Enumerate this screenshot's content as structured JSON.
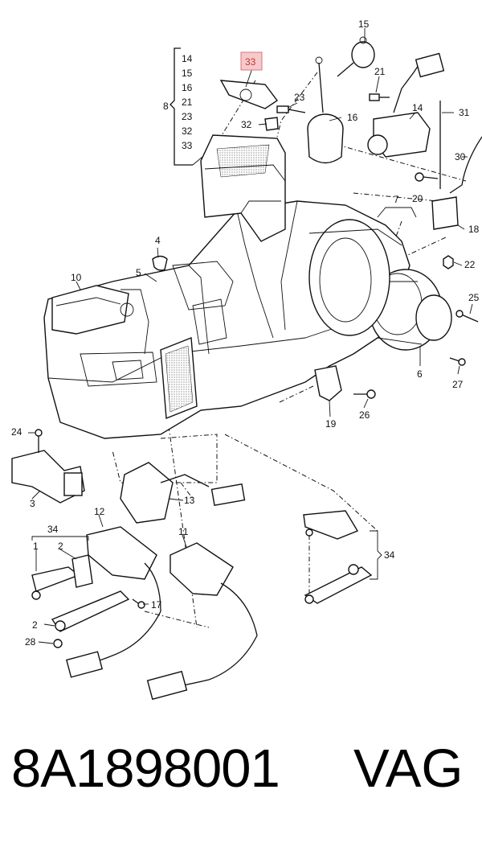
{
  "diagram": {
    "callouts": {
      "c1": "1",
      "c2": "2",
      "c2b": "2",
      "c3": "3",
      "c4": "4",
      "c5": "5",
      "c6": "6",
      "c7": "7",
      "c8": "8",
      "c10": "10",
      "c11": "11",
      "c12": "12",
      "c13": "13",
      "c14": "14",
      "c15": "15",
      "c16": "16",
      "c17": "17",
      "c18": "18",
      "c19": "19",
      "c20": "20",
      "c21": "21",
      "c22": "22",
      "c23": "23",
      "c24": "24",
      "c25": "25",
      "c26": "26",
      "c27": "27",
      "c28": "28",
      "c30": "30",
      "c31": "31",
      "c32": "32",
      "c33": "33",
      "c34a": "34",
      "c34b": "34"
    },
    "group8_items": [
      "14",
      "15",
      "16",
      "21",
      "23",
      "32",
      "33"
    ]
  },
  "footer": {
    "part_number": "8A1898001",
    "brand": "VAG"
  }
}
